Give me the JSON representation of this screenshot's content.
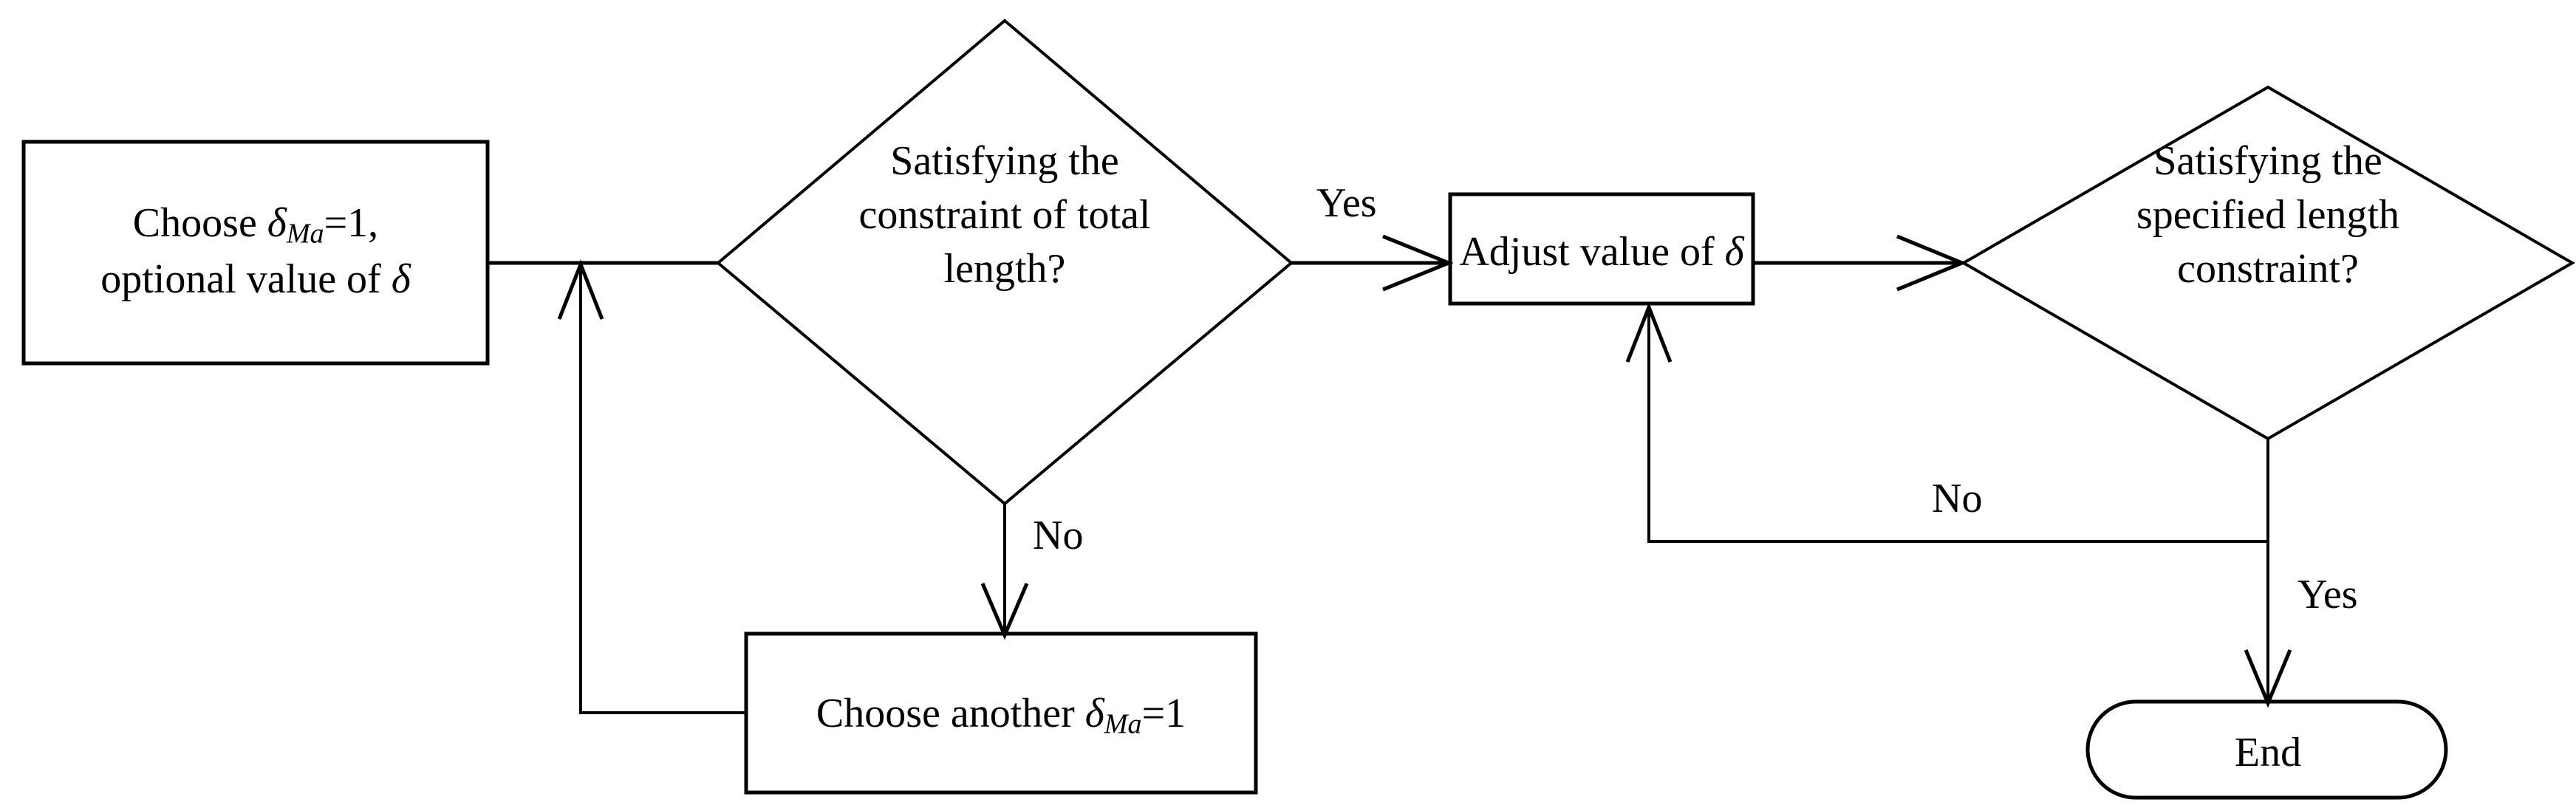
{
  "diagram": {
    "type": "flowchart",
    "title": "",
    "background_color": "#ffffff",
    "line_color": "#000000",
    "fill_color": "#ffffff"
  },
  "nodes": {
    "start_box": {
      "shape": "process-rectangle",
      "line1_prefix": "Choose ",
      "line1_symbol": "δ",
      "line1_subscript": "Ma",
      "line1_suffix": "=1,",
      "line2_prefix": "optional value of ",
      "line2_symbol": "δ",
      "text_plain": "Choose δMa=1, optional value of δ"
    },
    "decision_total_length": {
      "shape": "decision-diamond",
      "line1": "Satisfying the",
      "line2": "constraint of total",
      "line3": "length?",
      "text_plain": "Satisfying the constraint of total length?"
    },
    "choose_another_box": {
      "shape": "process-rectangle",
      "prefix": "Choose another ",
      "symbol": "δ",
      "subscript": "Ma",
      "suffix": "=1",
      "text_plain": "Choose another δMa=1"
    },
    "adjust_box": {
      "shape": "process-rectangle",
      "prefix": "Adjust value of ",
      "symbol": "δ",
      "text_plain": "Adjust value of δ"
    },
    "decision_specified_length": {
      "shape": "decision-diamond",
      "line1": "Satisfying the",
      "line2": "specified length",
      "line3": "constraint?",
      "text_plain": "Satisfying the specified length constraint?"
    },
    "end_terminator": {
      "shape": "terminator-stadium",
      "label": "End"
    }
  },
  "edge_labels": {
    "yes_to_adjust": "Yes",
    "no_to_choose_another": "No",
    "no_back_to_adjust": "No",
    "yes_to_end": "Yes"
  }
}
